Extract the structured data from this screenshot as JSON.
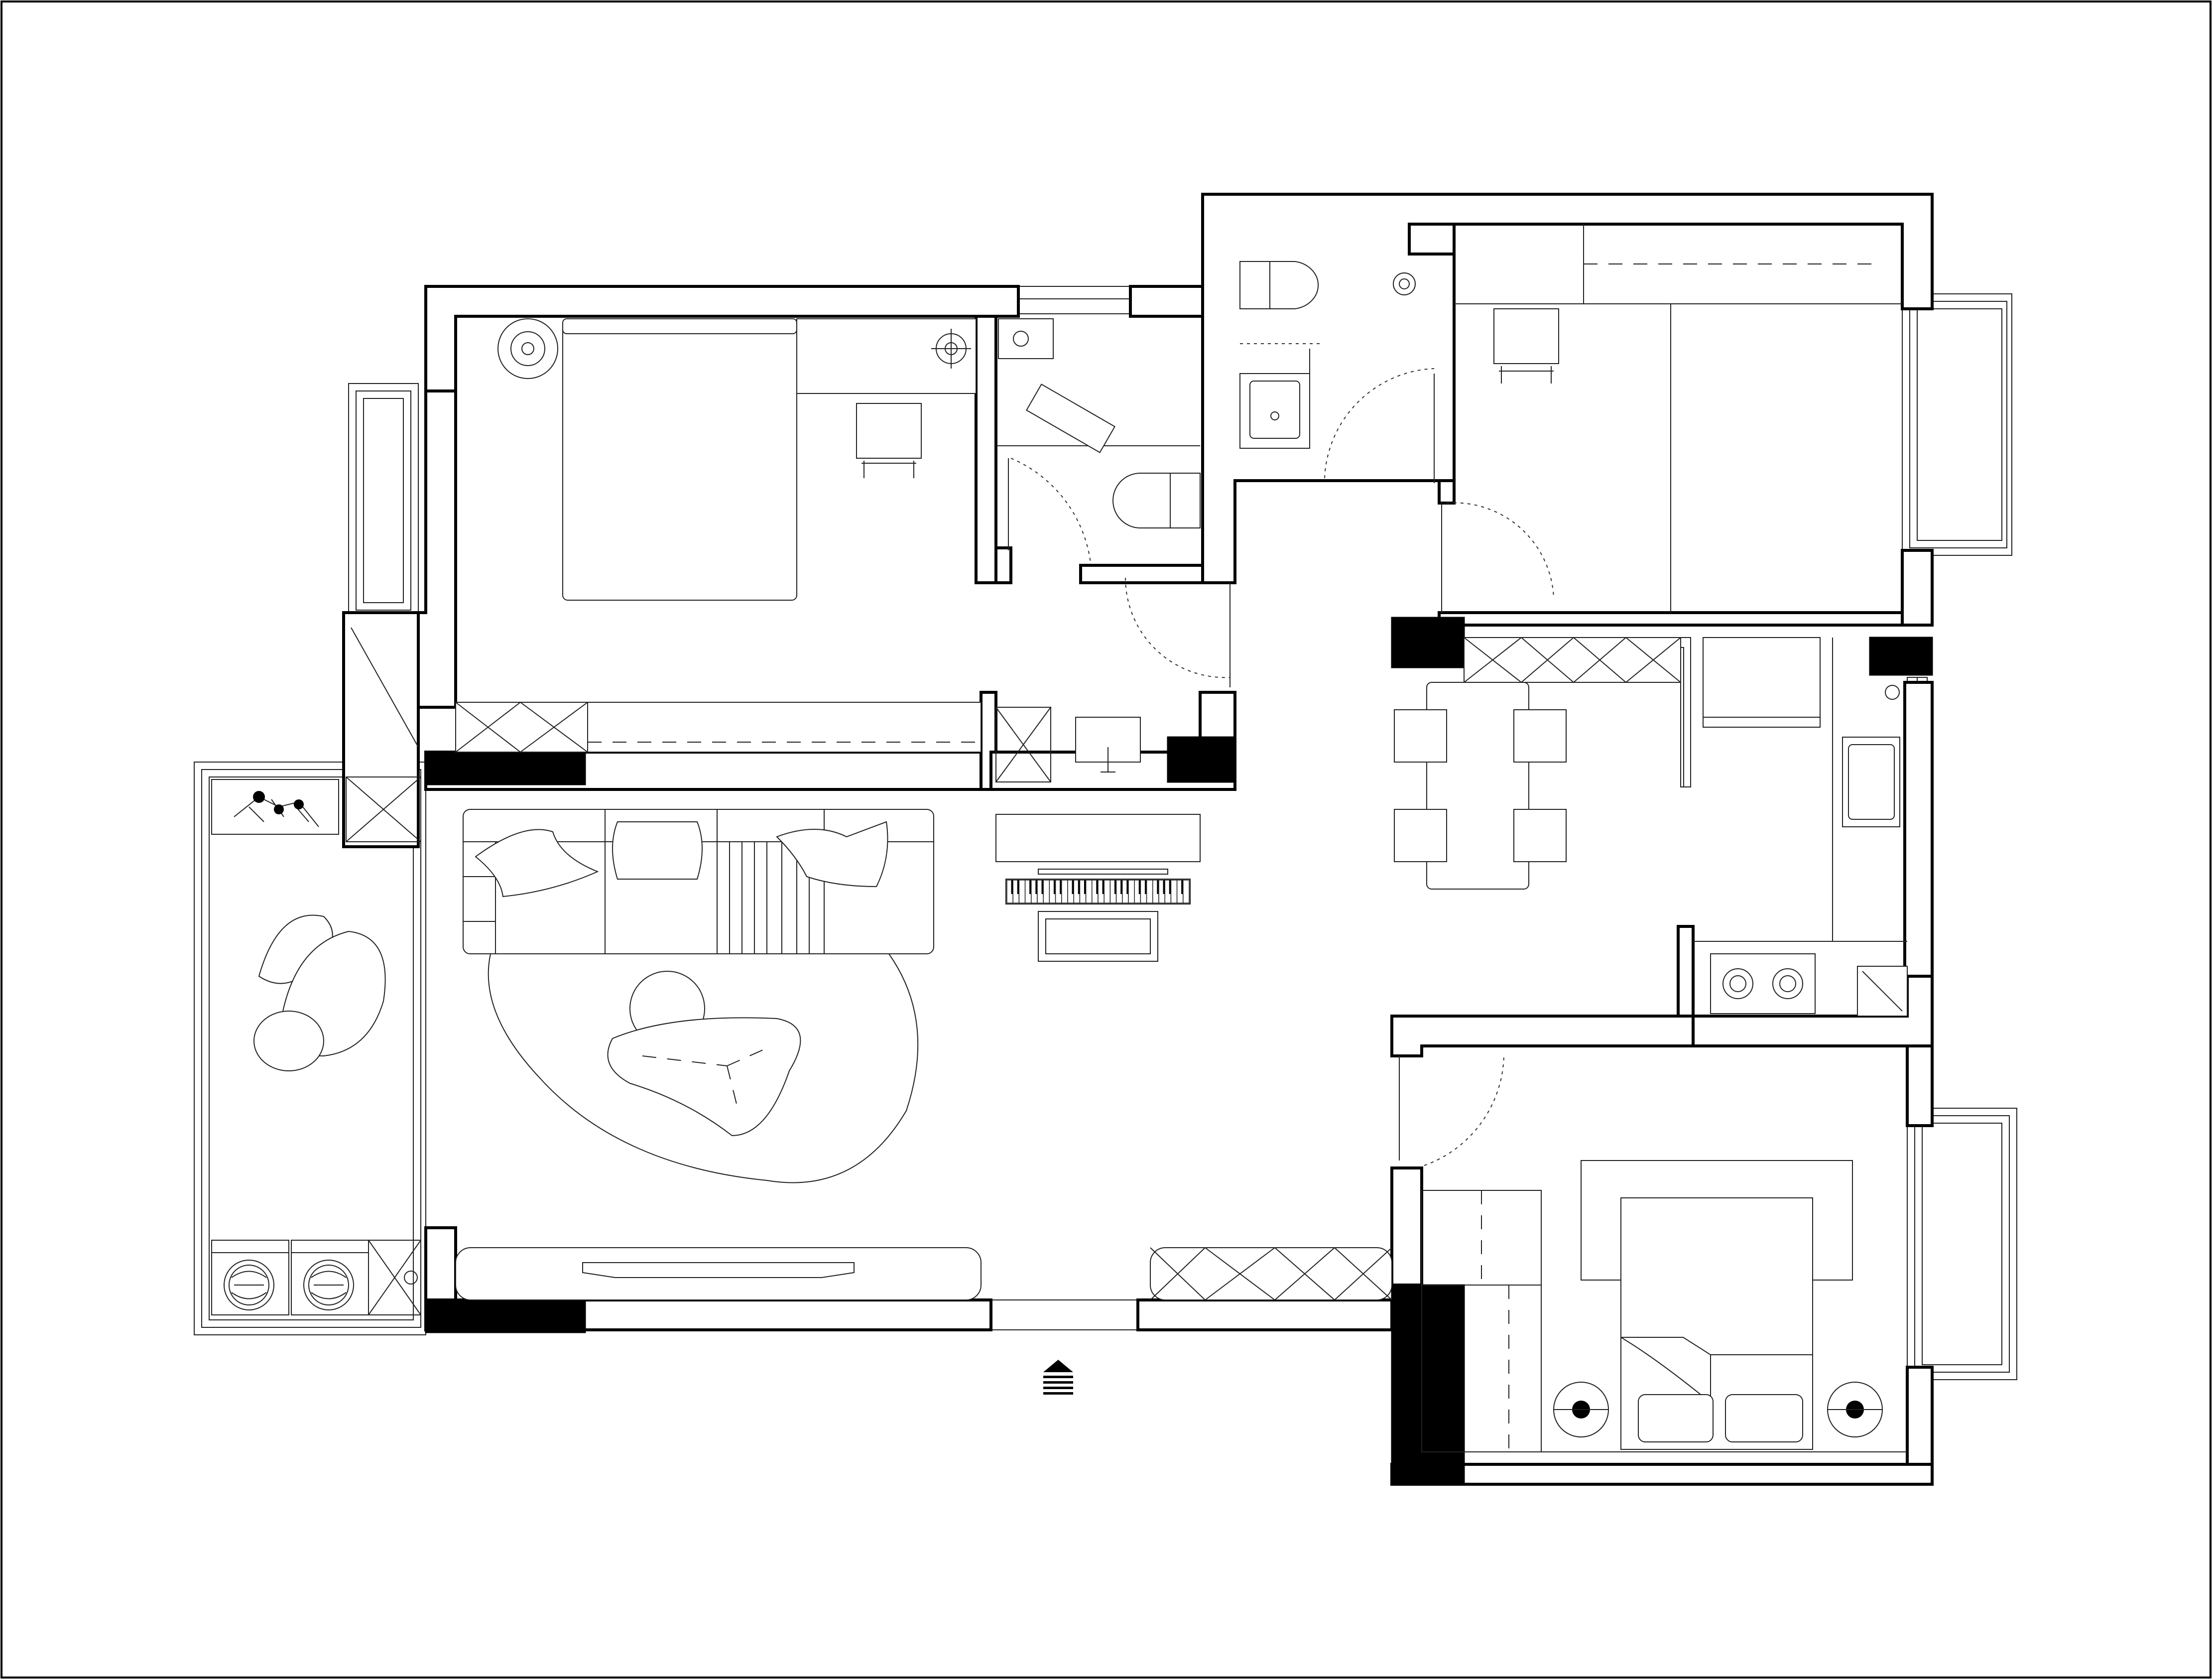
{
  "plan": {
    "entrance_symbol": "entrance-arrow-icon"
  },
  "colors": {
    "wall": "#000000",
    "background": "#ffffff",
    "line": "#222222"
  },
  "rooms": [
    "bedroom-northwest",
    "bathroom-north",
    "powder-room",
    "study-northeast",
    "living-room",
    "dining-area",
    "kitchen",
    "bedroom-southeast",
    "balcony-west"
  ]
}
